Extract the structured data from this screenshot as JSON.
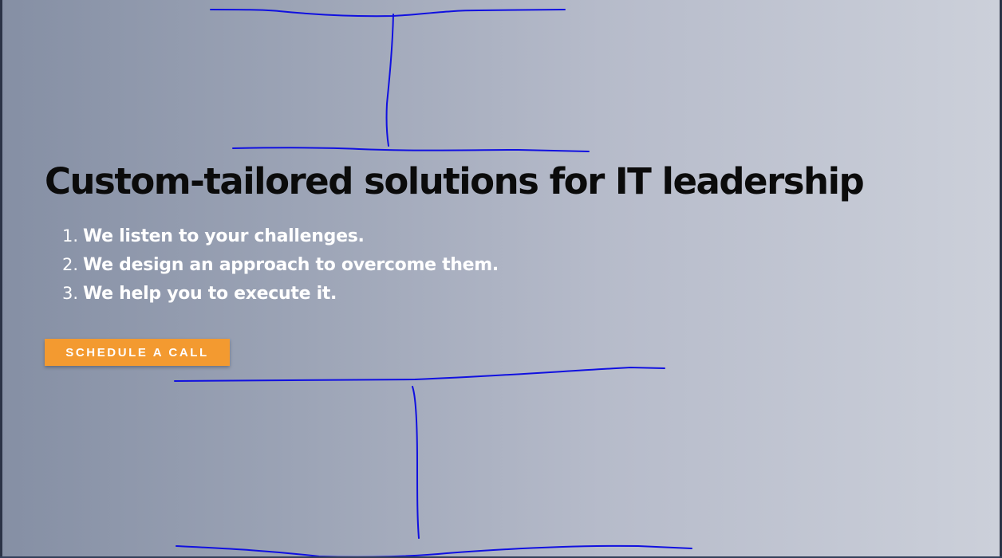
{
  "hero": {
    "headline": "Custom-tailored solutions for IT leadership",
    "steps": [
      {
        "number": "1.",
        "text": "We listen to your challenges."
      },
      {
        "number": "2.",
        "text": "We design an approach to overcome them."
      },
      {
        "number": "3.",
        "text": "We help you to execute it."
      }
    ],
    "cta_label": "SCHEDULE A CALL"
  },
  "colors": {
    "accent": "#f39a30",
    "headline": "#0b0b0b",
    "body_text": "#ffffff",
    "annotation_stroke": "#1010e0"
  }
}
